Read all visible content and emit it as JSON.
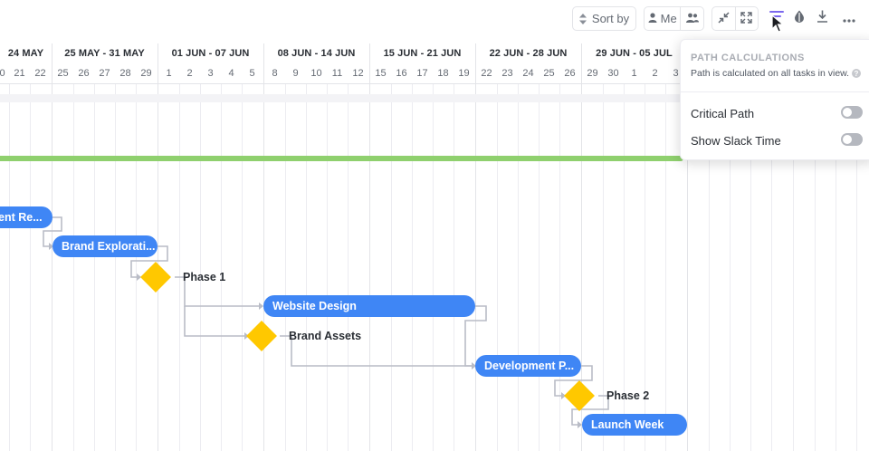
{
  "toolbar": {
    "sort_label": "Sort by",
    "me_label": "Me",
    "icons": [
      "sort-icon",
      "person-icon",
      "people-icon",
      "collapse-icon",
      "expand-icon",
      "path-calc-icon",
      "color-drop-icon",
      "download-icon",
      "more-icon"
    ]
  },
  "timeline": {
    "weeks": [
      "24 MAY",
      "25 MAY - 31 MAY",
      "01 JUN - 07 JUN",
      "08 JUN - 14 JUN",
      "15 JUN - 21 JUN",
      "22 JUN - 28 JUN",
      "29 JUN - 05 JUL"
    ],
    "days": [
      "0",
      "21",
      "22",
      "25",
      "26",
      "27",
      "28",
      "29",
      "1",
      "2",
      "3",
      "4",
      "5",
      "8",
      "9",
      "10",
      "11",
      "12",
      "15",
      "16",
      "17",
      "18",
      "19",
      "22",
      "23",
      "24",
      "25",
      "26",
      "29",
      "30",
      "1",
      "2",
      "3"
    ]
  },
  "tasks": {
    "task1": "ent Re...",
    "task2": "Brand Explorati...",
    "milestone1": "Phase 1",
    "task3": "Website Design",
    "milestone2": "Brand Assets",
    "task4": "Development P...",
    "milestone3": "Phase 2",
    "task5": "Launch Week"
  },
  "popover": {
    "title": "PATH CALCULATIONS",
    "description": "Path is calculated on all tasks in view.",
    "help": "?",
    "options": [
      {
        "label": "Critical Path",
        "enabled": false
      },
      {
        "label": "Show Slack Time",
        "enabled": false
      }
    ]
  },
  "colors": {
    "task_bar": "#3f86f5",
    "milestone": "#ffc800",
    "summary_bar": "#8fd06e",
    "path_icon_active": "#7b68ee"
  }
}
